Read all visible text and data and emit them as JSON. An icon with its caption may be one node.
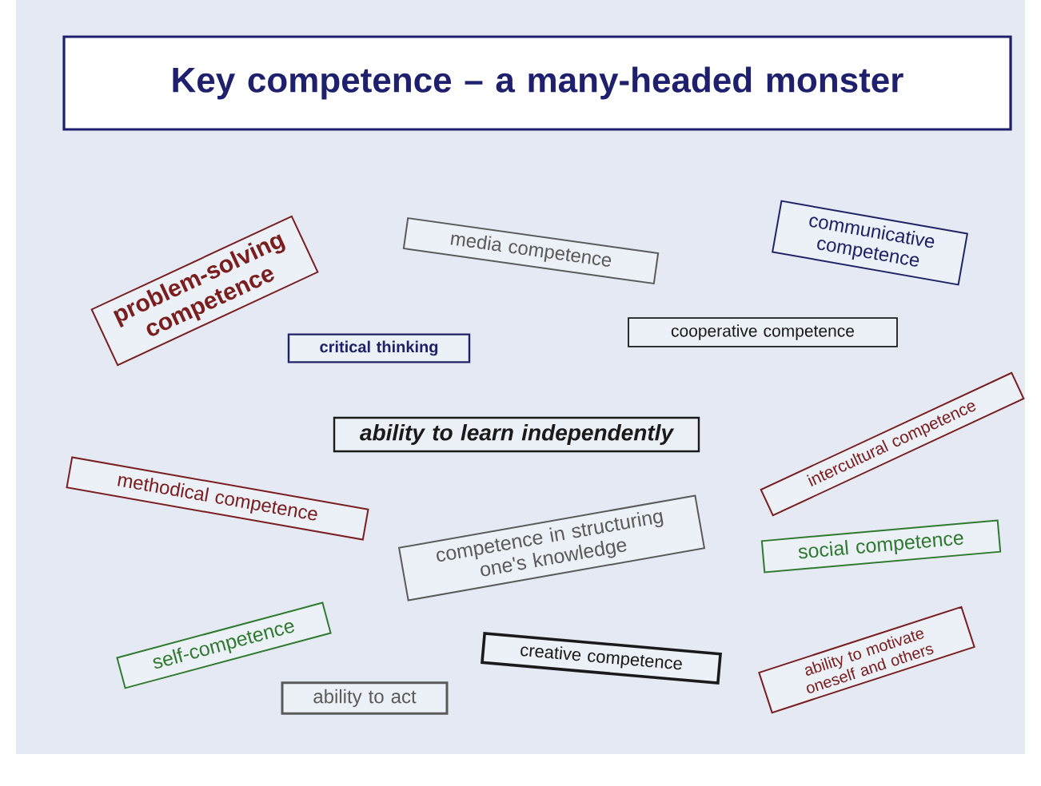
{
  "diagram": {
    "title": "Key competence – a many-headed monster",
    "nodes": [
      {
        "text": [
          "problem-solving competence"
        ]
      },
      {
        "text": [
          "media competence"
        ]
      },
      {
        "text": [
          "communicative competence"
        ]
      },
      {
        "text": [
          "critical thinking"
        ]
      },
      {
        "text": [
          "cooperative competence"
        ]
      },
      {
        "text": [
          "ability to learn independently"
        ]
      },
      {
        "text": [
          "intercultural competence"
        ]
      },
      {
        "text": [
          "methodical competence"
        ]
      },
      {
        "text": [
          "competence in structuring one's knowledge"
        ]
      },
      {
        "text": [
          "social competence"
        ]
      },
      {
        "text": [
          "self-competence"
        ]
      },
      {
        "text": [
          "creative competence"
        ]
      },
      {
        "text": [
          "ability to motivate oneself and others"
        ]
      },
      {
        "text": [
          "ability to act"
        ]
      }
    ]
  }
}
